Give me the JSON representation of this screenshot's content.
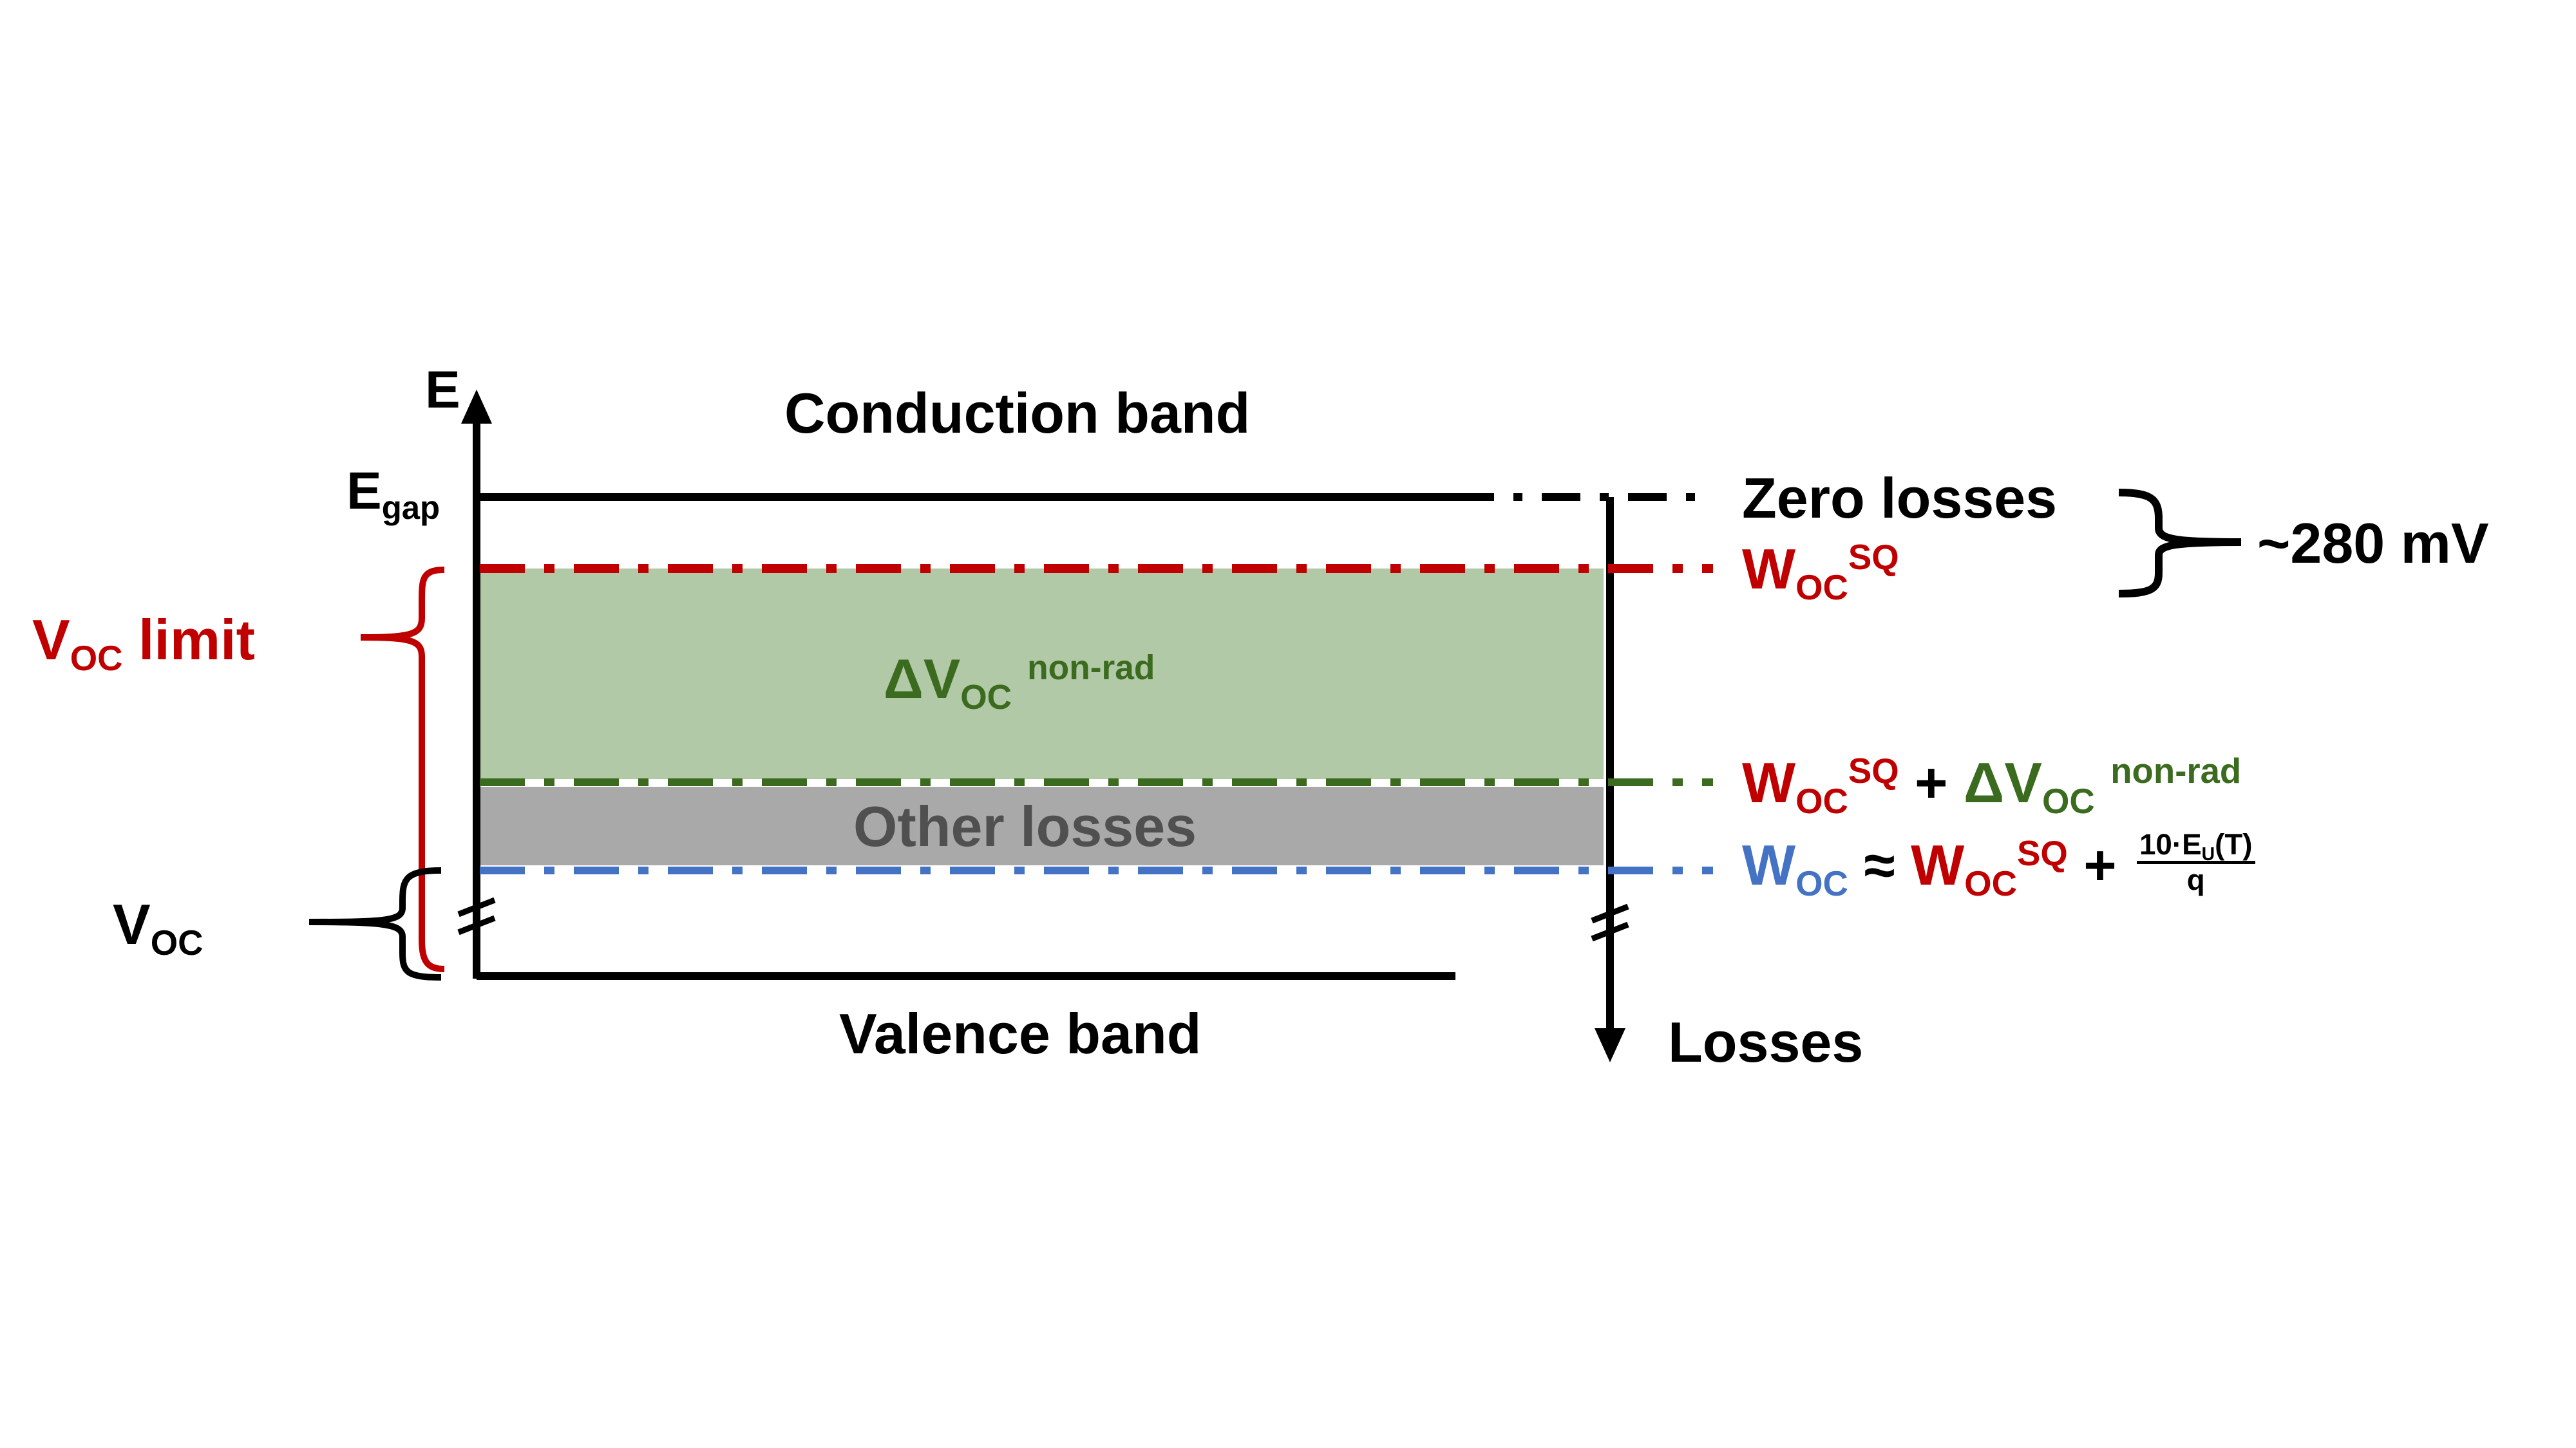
{
  "colors": {
    "red": "#c00000",
    "green": "#3b6b1f",
    "blue": "#4472c4",
    "green_fill": "#b1c9a6",
    "gray_fill": "#a9a9a9",
    "gray_text": "#505050"
  },
  "labels": {
    "axis_e": "E",
    "egap_main": "E",
    "egap_sub": "gap",
    "conduction_band": "Conduction band",
    "valence_band": "Valence band",
    "voc_limit_main": "V",
    "voc_limit_sub": "OC",
    "voc_limit_tail": " limit",
    "voc_main": "V",
    "voc_sub": "OC",
    "delta_main": "ΔV",
    "delta_sub": "OC",
    "delta_sup": "non-rad",
    "other_losses": "Other losses",
    "zero_losses": "Zero losses",
    "mv_280": "~280 mV",
    "losses": "Losses",
    "w": "W",
    "oc": "OC",
    "sq": "SQ",
    "plus": "+",
    "approx": "≈",
    "dv": "ΔV",
    "nonrad": "non-rad",
    "frac_num_a": "10·E",
    "frac_num_sub": "U",
    "frac_num_b": "(T)",
    "frac_den": "q"
  }
}
